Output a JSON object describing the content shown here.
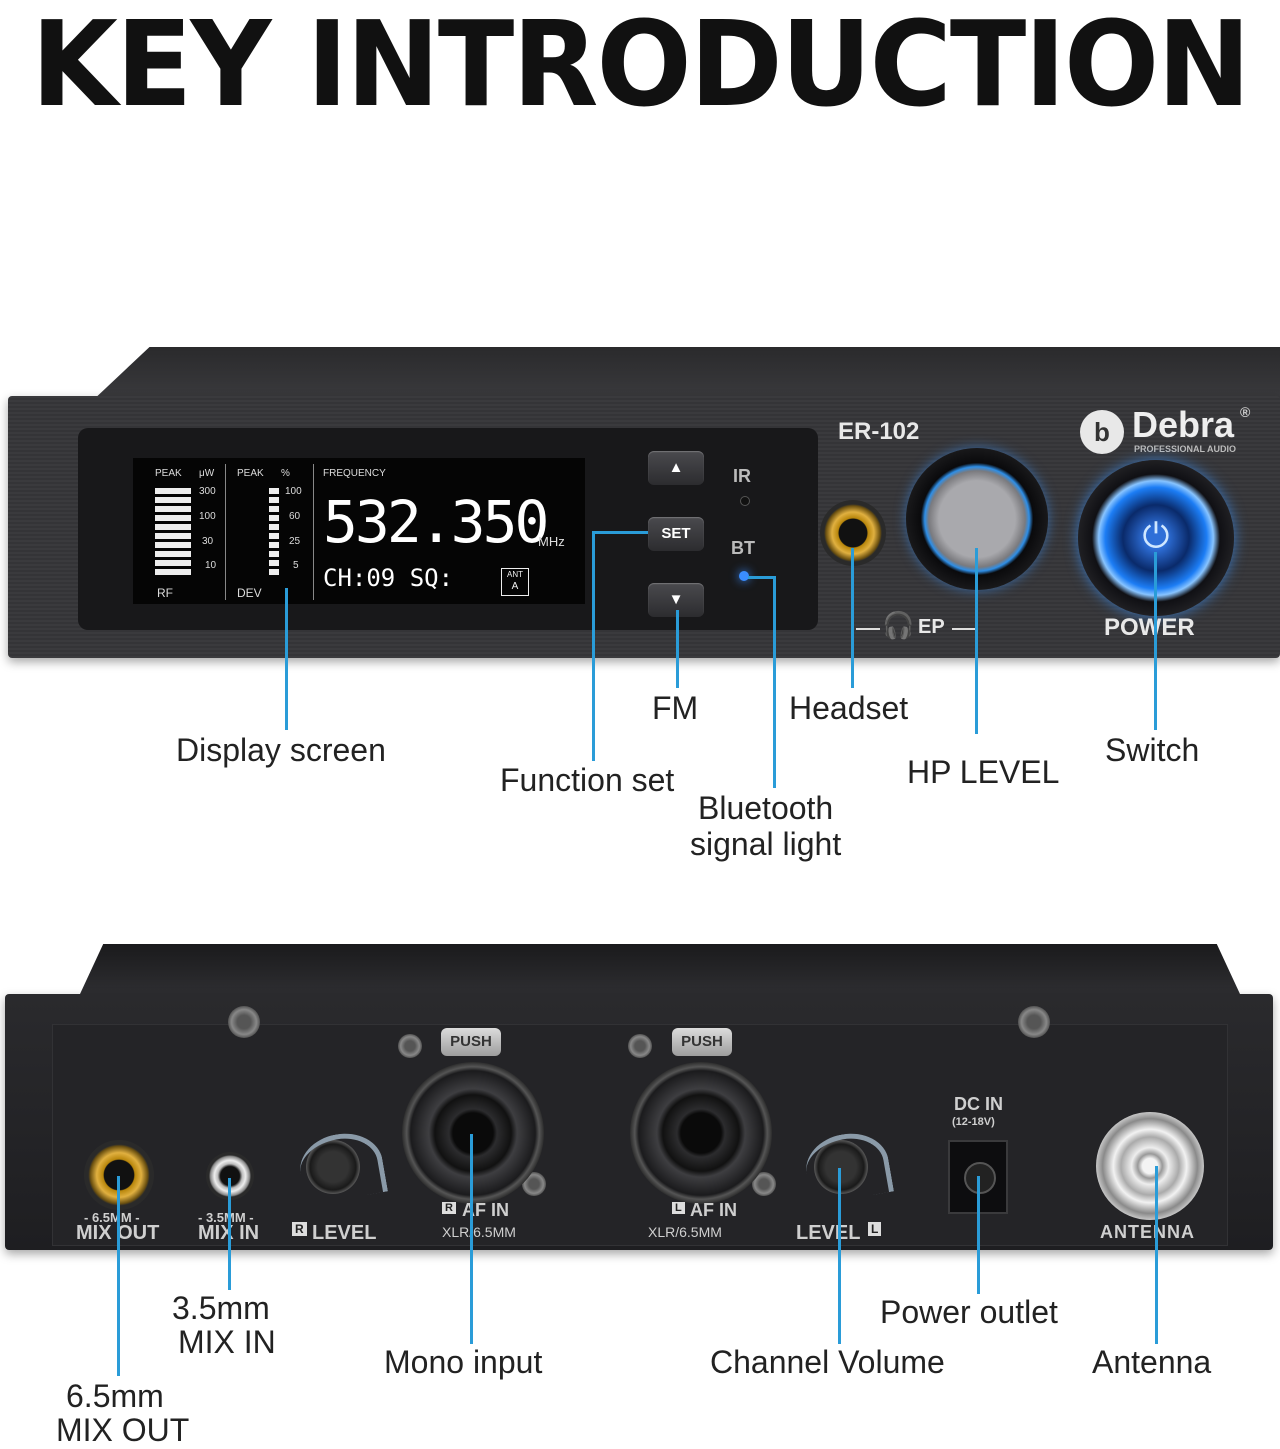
{
  "title": "KEY INTRODUCTION",
  "front_device": {
    "model": "ER-102",
    "brand": "Debra",
    "brand_sub": "PROFESSIONAL AUDIO",
    "registered": "®",
    "lcd": {
      "peak_left": "PEAK",
      "unit_uw": "μW",
      "rf_scale": [
        "300",
        "100",
        "30",
        "10"
      ],
      "rf_label": "RF",
      "peak_right": "PEAK",
      "unit_pct": "%",
      "dev_scale": [
        "100",
        "60",
        "25",
        "5"
      ],
      "dev_label": "DEV",
      "frequency_label": "FREQUENCY",
      "frequency": "532.350",
      "mhz": "MHz",
      "channel_line": "CH:09 SQ:",
      "ant_top": "ANT",
      "ant_bottom": "A"
    },
    "buttons": {
      "up": "▲",
      "set": "SET",
      "down": "▼"
    },
    "ir_label": "IR",
    "bt_label": "BT",
    "ep_label": "EP",
    "power_label": "POWER"
  },
  "front_labels": {
    "display_screen": "Display screen",
    "function_set": "Function set",
    "fm": "FM",
    "bluetooth_line1": "Bluetooth",
    "bluetooth_line2": "signal light",
    "headset": "Headset",
    "hp_level": "HP LEVEL",
    "switch": "Switch"
  },
  "back_device": {
    "mix_out_size": "- 6.5MM -",
    "mix_out": "MIX OUT",
    "mix_in_size": "- 3.5MM -",
    "mix_in": "MIX IN",
    "r_level": "LEVEL",
    "r_badge": "R",
    "r_af_in": "AF IN",
    "xlr_left": "XLR/6.5MM",
    "push": "PUSH",
    "l_badge": "L",
    "l_af_in": "AF IN",
    "xlr_right": "XLR/6.5MM",
    "l_level": "LEVEL",
    "dc_in": "DC IN",
    "dc_range": "(12-18V)",
    "antenna": "ANTENNA"
  },
  "back_labels": {
    "mix_in_line1": "3.5mm",
    "mix_in_line2": "MIX IN",
    "mix_out_line1": "6.5mm",
    "mix_out_line2": "MIX OUT",
    "mono_input": "Mono input",
    "channel_volume": "Channel Volume",
    "power_outlet": "Power outlet",
    "antenna": "Antenna"
  },
  "colors": {
    "callout": "#2a9cd8",
    "led_blue": "#3a8dff"
  }
}
